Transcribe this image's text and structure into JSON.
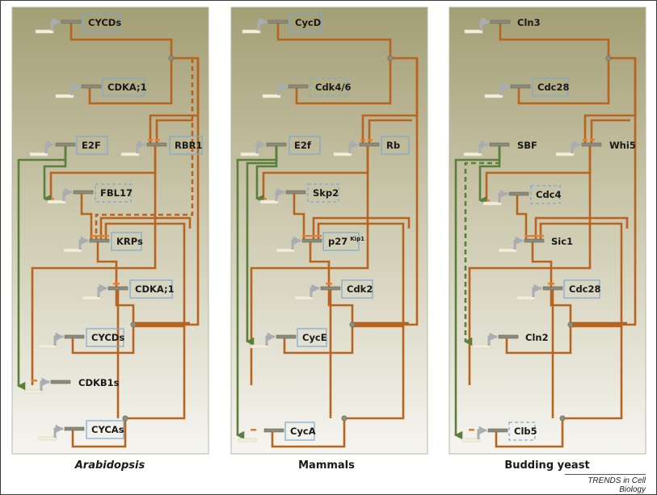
{
  "figure": {
    "credit": "TRENDS in Cell Biology",
    "colors": {
      "inhibition": "#b8641e",
      "activation": "#5b7f3a",
      "promoter_arrow": "#a9adb3",
      "gene_bar": "#8c8a78",
      "dna_base": "#f2eede",
      "box_border": "#7fa8cc",
      "node_junction": "#8f8e7a",
      "inhibitor_tick": "#e87c2a",
      "panel_top": "#a39e74",
      "panel_bottom": "#f6f5f0"
    }
  },
  "panels": [
    {
      "title": "Arabidopsis",
      "title_italic": true,
      "nodes": [
        {
          "id": "cycd_top",
          "label": "CYCDs",
          "box": "solid"
        },
        {
          "id": "cdka_top",
          "label": "CDKA;1",
          "box": "solid"
        },
        {
          "id": "e2f",
          "label": "E2F",
          "box": "solid"
        },
        {
          "id": "rb",
          "label": "RBR1",
          "box": "solid"
        },
        {
          "id": "fbox",
          "label": "FBL17",
          "box": "dashed"
        },
        {
          "id": "cki",
          "label": "KRPs",
          "box": "solid"
        },
        {
          "id": "cdk_mid",
          "label": "CDKA;1",
          "box": "solid"
        },
        {
          "id": "cyc_g1",
          "label": "CYCDs",
          "box": "solid"
        },
        {
          "id": "cdkb",
          "label": "CDKB1s",
          "box": "none"
        },
        {
          "id": "cyc_s",
          "label": "CYCAs",
          "box": "solid"
        }
      ]
    },
    {
      "title": "Mammals",
      "title_italic": false,
      "nodes": [
        {
          "id": "cycd_top",
          "label": "CycD",
          "box": "solid"
        },
        {
          "id": "cdka_top",
          "label": "Cdk4/6",
          "box": "dashed"
        },
        {
          "id": "e2f",
          "label": "E2f",
          "box": "solid"
        },
        {
          "id": "rb",
          "label": "Rb",
          "box": "solid"
        },
        {
          "id": "fbox",
          "label": "Skp2",
          "box": "dashed"
        },
        {
          "id": "cki",
          "label": "p27",
          "superscript": "Kip1",
          "box": "solid"
        },
        {
          "id": "cdk_mid",
          "label": "Cdk2",
          "box": "solid"
        },
        {
          "id": "cyc_g1",
          "label": "CycE",
          "box": "solid"
        },
        {
          "id": "cyc_s",
          "label": "CycA",
          "box": "solid"
        }
      ]
    },
    {
      "title": "Budding yeast",
      "title_italic": false,
      "nodes": [
        {
          "id": "cycd_top",
          "label": "Cln3",
          "box": "none"
        },
        {
          "id": "cdka_top",
          "label": "Cdc28",
          "box": "solid"
        },
        {
          "id": "e2f",
          "label": "SBF",
          "box": "none"
        },
        {
          "id": "rb",
          "label": "Whi5",
          "box": "none"
        },
        {
          "id": "fbox",
          "label": "Cdc4",
          "box": "dashed"
        },
        {
          "id": "cki",
          "label": "Sic1",
          "box": "none"
        },
        {
          "id": "cdk_mid",
          "label": "Cdc28",
          "box": "solid"
        },
        {
          "id": "cyc_g1",
          "label": "Cln2",
          "box": "none"
        },
        {
          "id": "cyc_s",
          "label": "Clb5",
          "box": "dashed"
        }
      ]
    }
  ]
}
